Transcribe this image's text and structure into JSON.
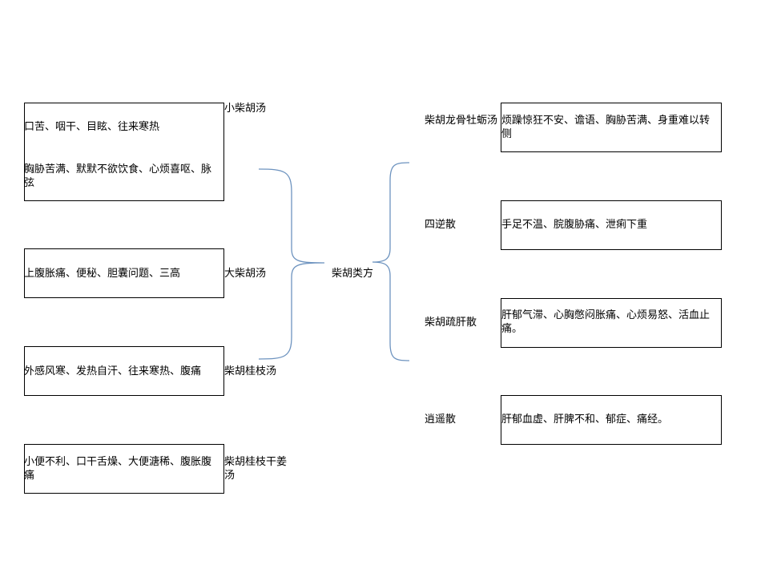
{
  "center": {
    "label": "柴胡类方"
  },
  "left": [
    {
      "name": "小柴胡汤",
      "lines": [
        "口苦、咽干、目眩、往来寒热",
        "胸胁苦满、默默不欲饮食、心烦喜呕、脉弦"
      ]
    },
    {
      "name": "大柴胡汤",
      "lines": [
        "上腹胀痛、便秘、胆囊问题、三高"
      ]
    },
    {
      "name": "柴胡桂枝汤",
      "lines": [
        "外感风寒、发热自汗、往来寒热、腹痛"
      ]
    },
    {
      "name": "柴胡桂枝干姜汤",
      "lines": [
        "小便不利、口干舌燥、大便溏稀、腹胀腹痛"
      ]
    }
  ],
  "right": [
    {
      "name": "柴胡龙骨牡蛎汤",
      "desc": "烦躁惊狂不安、谵语、胸胁苦满、身重难以转侧"
    },
    {
      "name": "四逆散",
      "desc": "手足不温、脘腹胁痛、泄痢下重"
    },
    {
      "name": "柴胡疏肝散",
      "desc": "肝郁气滞、心胸憋闷胀痛、心烦易怒、活血止痛。"
    },
    {
      "name": "逍遥散",
      "desc": "肝郁血虚、肝脾不和、郁症、痛经。"
    }
  ],
  "colors": {
    "connector": "#6d93bf",
    "border": "#000000"
  }
}
